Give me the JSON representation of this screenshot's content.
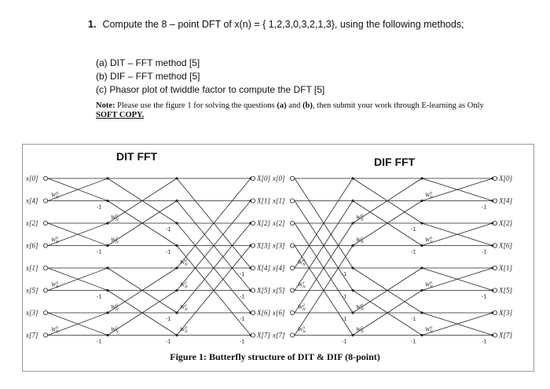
{
  "question": {
    "number": "1.",
    "text": "Compute the 8 – point DFT of x(n) = { 1,2,3,0,3,2,1,3}, using the following methods;"
  },
  "parts": [
    "(a) DIT – FFT method  [5]",
    "(b) DIF – FFT method  [5]",
    "(c) Phasor plot of twiddle factor to compute the DFT [5]"
  ],
  "note": {
    "prefix": "Note:",
    "text": " Please use the figure 1 for solving the questions ",
    "a": "(a)",
    "and": " and ",
    "b": "(b)",
    "text2": ", then submit your work through E-learning as Only ",
    "soft_copy": "SOFT COPY."
  },
  "figure": {
    "dit_title": "DIT FFT",
    "dif_title": "DIF FFT",
    "caption": "Figure 1: Butterfly structure of DIT & DIF (8-point)",
    "dit_inputs": [
      "x[0]",
      "x[4]",
      "x[2]",
      "x[6]",
      "x[1]",
      "x[5]",
      "x[3]",
      "x[7]"
    ],
    "dit_outputs": [
      "X[0]",
      "X[1]",
      "X[2]",
      "X[3]",
      "X[4]",
      "X[5]",
      "X[6]",
      "X[7]"
    ],
    "dif_inputs": [
      "x[0]",
      "x[1]",
      "x[2]",
      "x[3]",
      "x[4]",
      "x[5]",
      "x[6]",
      "x[7]"
    ],
    "dif_outputs": [
      "X[0]",
      "X[4]",
      "X[2]",
      "X[6]",
      "X[1]",
      "X[5]",
      "X[3]",
      "X[7]"
    ],
    "twiddle_symbol": "W",
    "neg_one": "-1",
    "dit_stage1_tw": [
      "0",
      "0",
      "0",
      "0"
    ],
    "dit_stage2_tw": [
      "0",
      "2",
      "0",
      "2"
    ],
    "dit_stage3_tw": [
      "0",
      "1",
      "2",
      "3"
    ],
    "dif_stage1_tw": [
      "0",
      "1",
      "2",
      "3"
    ],
    "dif_stage2_tw": [
      "0",
      "2",
      "0",
      "2"
    ],
    "dif_stage3_tw": [
      "0",
      "0",
      "0",
      "0"
    ]
  }
}
